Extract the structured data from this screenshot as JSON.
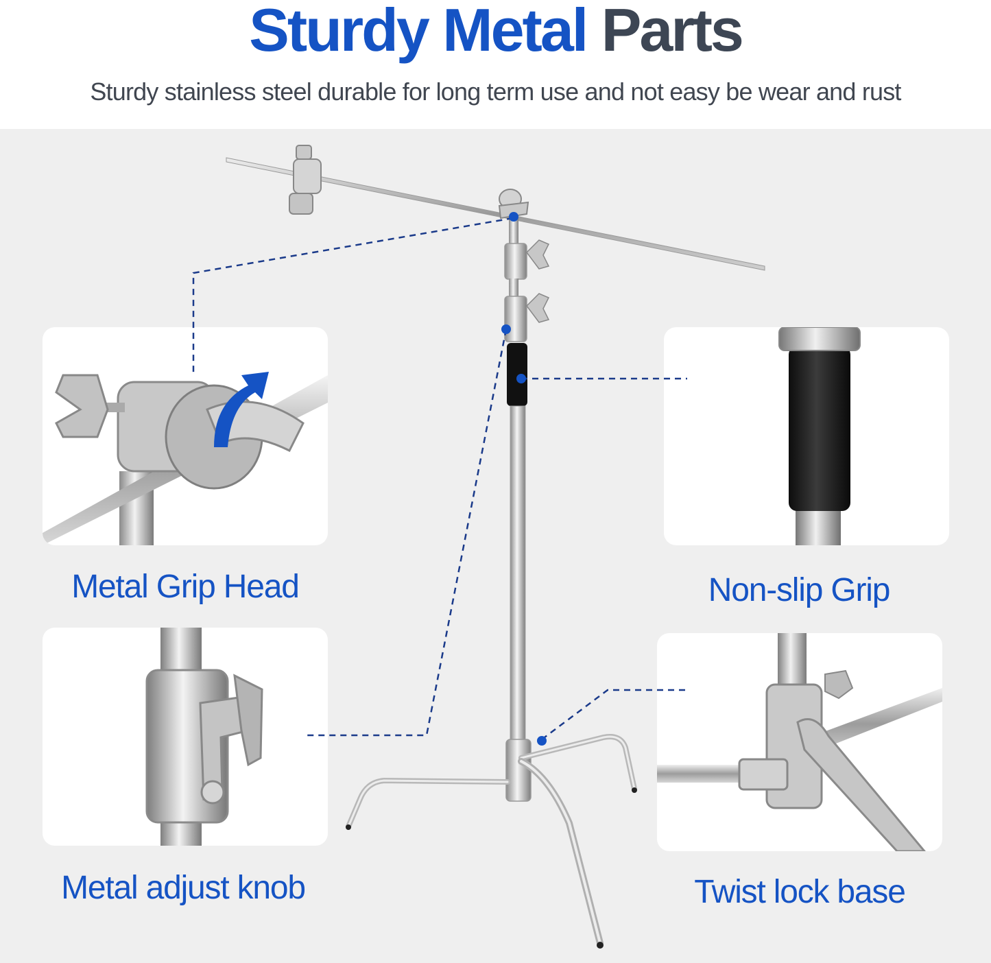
{
  "header": {
    "title_part1": "Sturdy Metal",
    "title_part2": "Parts",
    "subtitle": "Sturdy stainless steel durable for long term use and not easy be wear and rust"
  },
  "features": [
    {
      "label": "Metal Grip Head"
    },
    {
      "label": "Non-slip Grip"
    },
    {
      "label": "Metal adjust knob"
    },
    {
      "label": "Twist lock base"
    }
  ],
  "colors": {
    "brand_blue": "#1553c4",
    "title_gray": "#3d4654",
    "background": "#efefef",
    "callout_line": "#1a3a8a"
  }
}
